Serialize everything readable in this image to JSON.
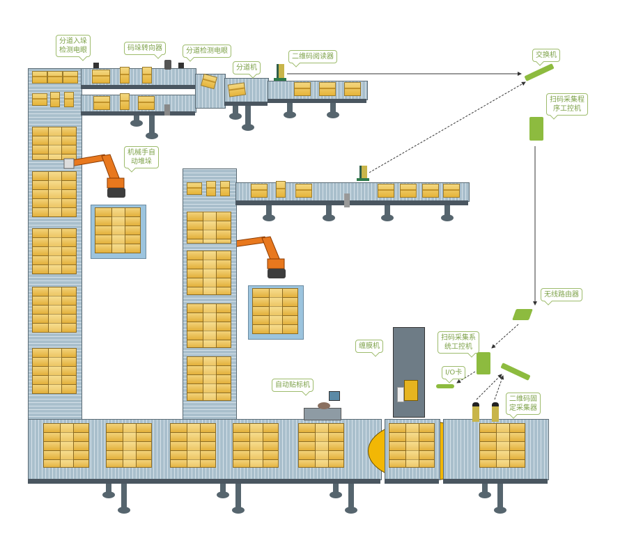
{
  "diagram": {
    "title": "",
    "labels": {
      "lane_entry_eye": "分道入垛\n检测电眼",
      "stack_turner": "码垛转向器",
      "lane_detect_eye": "分道检测电眼",
      "lane_divider": "分道机",
      "qr_reader": "二维码阅读器",
      "switch": "交换机",
      "scan_program_ipc": "扫码采集程\n序工控机",
      "robot_stacking": "机械手自\n动堆垛",
      "wireless_router": "无线路由器",
      "scan_system_ipc": "扫码采集系\n统工控机",
      "io_card": "I/O卡",
      "qr_fixed_reader": "二维码固\n定采集器",
      "auto_labeler": "自动贴标机",
      "wrapping_machine": "缠膜机"
    },
    "colors": {
      "callout_border": "#9dbb6b",
      "callout_text": "#7ea24a",
      "device_green": "#8dbb3f",
      "conveyor": "#a9bfcc",
      "box": "#e6b43a",
      "robot": "#e8781e",
      "turntable": "#f2b705"
    }
  }
}
